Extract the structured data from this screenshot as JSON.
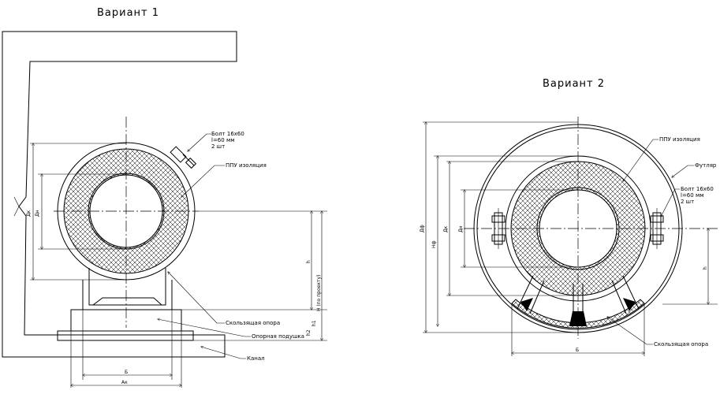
{
  "variant1": {
    "title": "Вариант 1",
    "bolt": [
      "Болт 16х60",
      "l=60 мм",
      "2 шт"
    ],
    "insulation": "ППУ изоляция",
    "sliding_support": "Скользящая опора",
    "support_pad": "Опорная подушка",
    "channel": "Канал",
    "dims": {
      "dk": "Дк",
      "dn": "Дн",
      "h": "h",
      "h_project": "H (по проекту)",
      "h1": "h1",
      "h2": "h2",
      "b": "Б",
      "ak": "Ак"
    }
  },
  "variant2": {
    "title": "Вариант 2",
    "insulation": "ППУ изоляция",
    "casing": "Футляр",
    "bolt": [
      "Болт 16х60",
      "l=60 мм",
      "2 шт"
    ],
    "sliding_support": "Скользящая опора",
    "dims": {
      "df": "Дф",
      "hf": "Hф",
      "dk": "Дк",
      "dn": "Дн",
      "h": "h",
      "b": "Б"
    }
  }
}
